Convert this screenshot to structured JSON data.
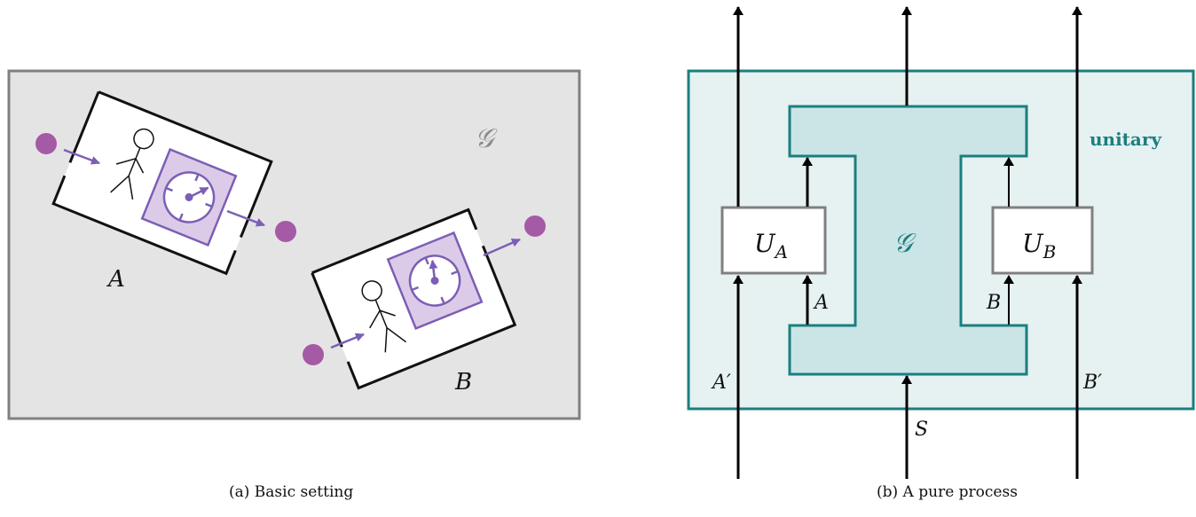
{
  "panel_a": {
    "caption": "(a) Basic setting",
    "region_label": "𝒢",
    "lab_a_label": "A",
    "lab_b_label": "B"
  },
  "panel_b": {
    "caption": "(b) A pure process",
    "region_label": "𝒢",
    "unitary_label": "unitary",
    "box_ua": {
      "main": "U",
      "sub": "A"
    },
    "box_ub": {
      "main": "U",
      "sub": "B"
    },
    "wire_labels": {
      "a": "A",
      "b": "B",
      "a_prime": "A′",
      "b_prime": "B′",
      "s": "S"
    }
  },
  "colors": {
    "region_gray": "#e4e4e4",
    "region_border": "#808080",
    "particle": "#a55aa5",
    "instrument": "#7b5fb5",
    "instrument_fill": "#dccbe8",
    "teal": "#1a7f7f",
    "unitary_fill": "#e6f1f1",
    "g_fill": "#cbe4e6"
  }
}
